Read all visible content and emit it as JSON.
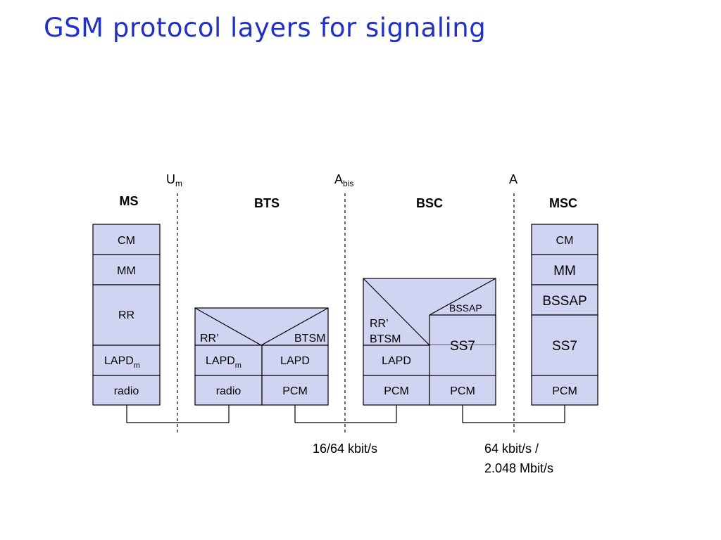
{
  "title": "GSM protocol layers for signaling",
  "interfaces": {
    "um": {
      "main": "U",
      "sub": "m"
    },
    "abis": {
      "main": "A",
      "sub": "bis"
    },
    "a": {
      "main": "A"
    }
  },
  "nodes": {
    "ms": "MS",
    "bts": "BTS",
    "bsc": "BSC",
    "msc": "MSC"
  },
  "ms_stack": {
    "cm": "CM",
    "mm": "MM",
    "rr": "RR",
    "lapdm": {
      "main": "LAPD",
      "sub": "m"
    },
    "radio": "radio"
  },
  "bts_stack": {
    "rr_prime": "RR’",
    "btsm": "BTSM",
    "lapdm": {
      "main": "LAPD",
      "sub": "m"
    },
    "lapd": "LAPD",
    "radio": "radio",
    "pcm": "PCM"
  },
  "bsc_stack": {
    "rr_prime": "RR’",
    "btsm": "BTSM",
    "bssap": "BSSAP",
    "ss7": "SS7",
    "lapd": "LAPD",
    "pcm_left": "PCM",
    "pcm_right": "PCM"
  },
  "msc_stack": {
    "cm": "CM",
    "mm": "MM",
    "bssap": "BSSAP",
    "ss7": "SS7",
    "pcm": "PCM"
  },
  "links": {
    "abis_rate": "16/64 kbit/s",
    "a_rate_line1": "64 kbit/s /",
    "a_rate_line2": "2.048 Mbit/s"
  },
  "colors": {
    "title": "#1f2fd6",
    "layer_fill": "#d0d4f2"
  }
}
